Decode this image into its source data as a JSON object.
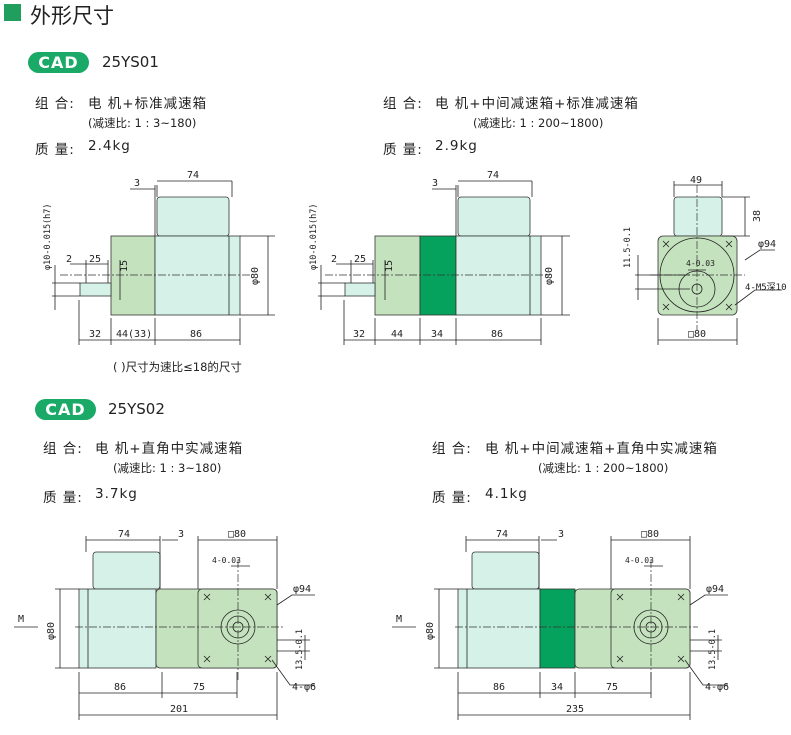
{
  "header": {
    "title": "外形尺寸"
  },
  "colors": {
    "accent": "#1aa966",
    "gearbox": "#c4e2bd",
    "motor": "#d6f2e8",
    "intermediate": "#04a25c"
  },
  "sections": [
    {
      "badge": "CAD",
      "model": "25YS01",
      "variants": [
        {
          "combo_label": "组 合:",
          "combo": "电 机+标准减速箱",
          "ratio": "(减速比: 1 : 3~180)",
          "mass_label": "质 量:",
          "mass": "2.4kg"
        },
        {
          "combo_label": "组 合:",
          "combo": "电 机+中间减速箱+标准减速箱",
          "ratio": "(减速比: 1 : 200~1800)",
          "mass_label": "质 量:",
          "mass": "2.9kg"
        }
      ],
      "note": "( )尺寸为速比≤18的尺寸"
    },
    {
      "badge": "CAD",
      "model": "25YS02",
      "variants": [
        {
          "combo_label": "组 合:",
          "combo": "电 机+直角中实减速箱",
          "ratio": "(减速比: 1 : 3~180)",
          "mass_label": "质 量:",
          "mass": "3.7kg"
        },
        {
          "combo_label": "组 合:",
          "combo": "电 机+中间减速箱+直角中实减速箱",
          "ratio": "(减速比: 1 : 200~1800)",
          "mass_label": "质 量:",
          "mass": "4.1kg"
        }
      ]
    }
  ],
  "dims": {
    "d1": {
      "a": "3",
      "b": "74",
      "shaft": "φ10-0.015(h7)",
      "k": "2",
      "kl": "25",
      "kh": "15",
      "dia": "φ80",
      "l1": "32",
      "l2": "44(33)",
      "l3": "86"
    },
    "d2": {
      "a": "3",
      "b": "74",
      "shaft": "φ10-0.015(h7)",
      "k": "2",
      "kl": "25",
      "kh": "15",
      "dia": "φ80",
      "l1": "32",
      "l2": "44",
      "l3": "34",
      "l4": "86"
    },
    "d3": {
      "w": "49",
      "h": "38",
      "pcd": "φ94",
      "key": "4-0.03",
      "off": "11.5-0.1",
      "holes": "4-M5深10",
      "sq": "□80"
    },
    "d4": {
      "b": "74",
      "a": "3",
      "sq": "□80",
      "key": "4-0.03",
      "pcd": "φ94",
      "m": "M",
      "dia": "φ80",
      "off": "13.5-0.1",
      "holes": "4-φ6",
      "l1": "86",
      "l2": "75",
      "total": "201"
    },
    "d5": {
      "b": "74",
      "a": "3",
      "sq": "□80",
      "key": "4-0.03",
      "pcd": "φ94",
      "m": "M",
      "dia": "φ80",
      "off": "13.5-0.1",
      "holes": "4-φ6",
      "l1": "86",
      "l2": "34",
      "l3": "75",
      "total": "235"
    }
  }
}
